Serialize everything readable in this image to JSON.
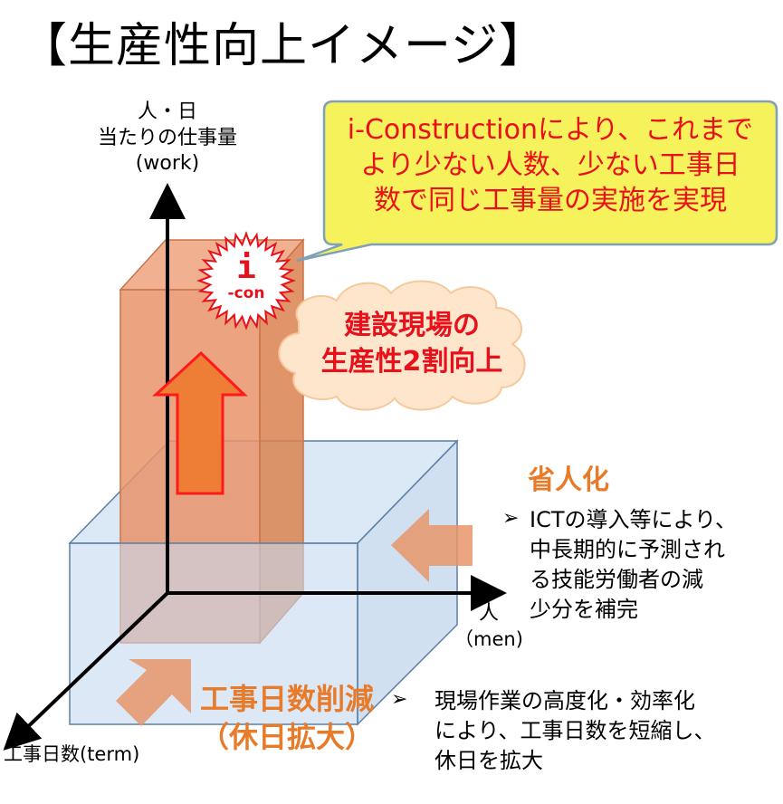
{
  "title": "【生産性向上イメージ】",
  "axes": {
    "y_line1": "人・日",
    "y_line2": "当たりの仕事量",
    "y_line3": "(work)",
    "x_line1": "人",
    "x_line2": "（men)",
    "z_label": "工事日数(term)"
  },
  "callout": {
    "line1": "i-Constructionにより、これまで",
    "line2": "より少ない人数、少ない工事日",
    "line3": "数で同じ工事量の実施を実現"
  },
  "cloud": {
    "line1": "建設現場の",
    "line2": "生産性2割向上"
  },
  "icon": {
    "letter": "i",
    "suffix": "-con"
  },
  "labor_saving": {
    "heading": "省人化",
    "bullet_mark": "➢",
    "lines": [
      "ICTの導入等により、",
      "中長期的に予測され",
      "る技能労働者の減",
      "少分を補完"
    ]
  },
  "days_reduction": {
    "heading1": "工事日数削減",
    "heading2": "（休日拡大）",
    "bullet_mark": "➢",
    "lines": [
      "現場作業の高度化・効率化",
      "により、工事日数を短縮し、",
      "休日を拡大"
    ]
  },
  "colors": {
    "accent_red": "#e8101a",
    "accent_orange": "#e87b2a",
    "callout_fill": "#f6f25c",
    "callout_border": "#7f9fba",
    "box_blue_fill": "#c5d9ee",
    "box_blue_edge": "#5b7fa6",
    "pillar_fill": "#e6956b"
  }
}
